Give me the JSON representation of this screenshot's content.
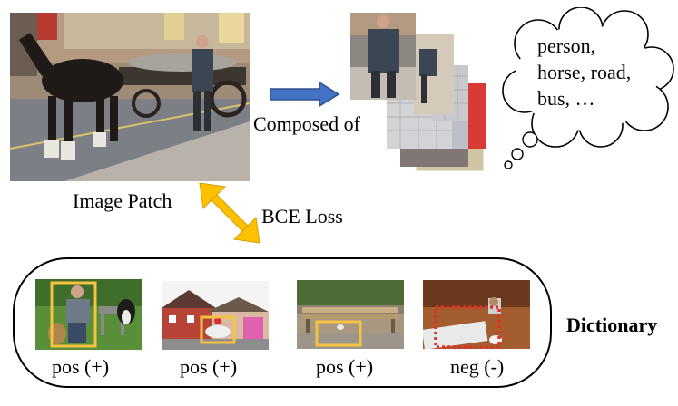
{
  "main_image": {
    "label": "Image Patch"
  },
  "arrow_label": "Composed of",
  "thought_bubble": {
    "lines": [
      "person,",
      "horse, road,",
      "bus, …"
    ]
  },
  "loss_label": "BCE Loss",
  "dictionary": {
    "title": "Dictionary",
    "samples": [
      {
        "label": "pos (+)"
      },
      {
        "label": "pos (+)"
      },
      {
        "label": "pos (+)"
      },
      {
        "label": "neg (-)"
      }
    ]
  },
  "colors": {
    "blue_arrow": "#4472c4",
    "loss_arrow": "#ffc000",
    "pos_box": "#f5c242",
    "neg_box": "#e0302a"
  }
}
